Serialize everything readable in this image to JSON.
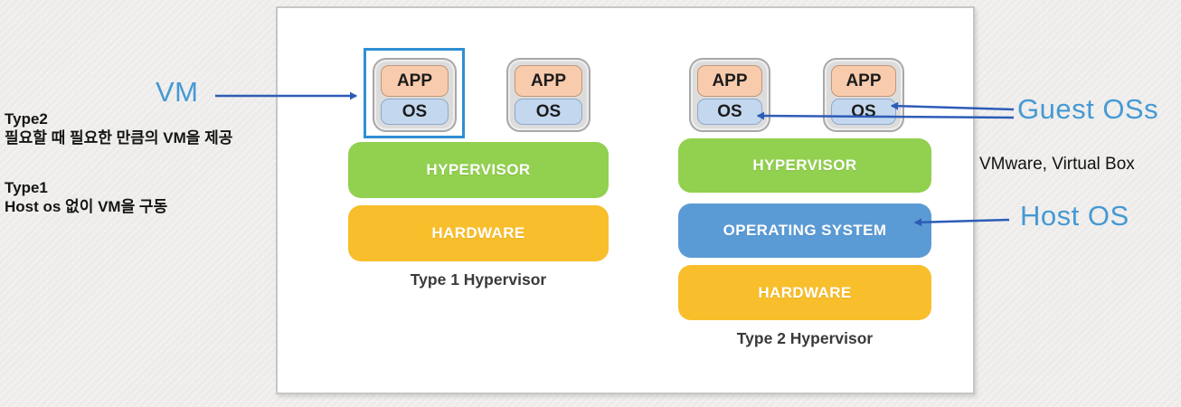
{
  "colors": {
    "accent_blue_text": "#4599d4",
    "arrow_blue": "#2d5cb8",
    "highlight_border": "#2f8fd2",
    "hypervisor_green": "#92d050",
    "hardware_yellow": "#f8be2b",
    "os_bar_blue": "#5b9bd5",
    "app_chip_fill": "#f8cbad",
    "os_chip_fill": "#c3d8ef",
    "vm_box_fill": "#dcdcdc"
  },
  "left_annotations": {
    "vm_label": "VM",
    "notes": [
      {
        "title": "Type2",
        "desc": "필요할 때 필요한 만큼의 VM을 제공"
      },
      {
        "title": "Type1",
        "desc": "Host os 없이 VM을 구동"
      }
    ]
  },
  "right_annotations": {
    "guest_os_label": "Guest OSs",
    "products_label": "VMware, Virtual Box",
    "host_os_label": "Host OS"
  },
  "diagram": {
    "type1": {
      "caption": "Type 1 Hypervisor",
      "vms": [
        {
          "app": "APP",
          "os": "OS"
        },
        {
          "app": "APP",
          "os": "OS"
        }
      ],
      "layers": [
        {
          "label": "HYPERVISOR"
        },
        {
          "label": "HARDWARE"
        }
      ]
    },
    "type2": {
      "caption": "Type 2 Hypervisor",
      "vms": [
        {
          "app": "APP",
          "os": "OS"
        },
        {
          "app": "APP",
          "os": "OS"
        }
      ],
      "layers": [
        {
          "label": "HYPERVISOR"
        },
        {
          "label": "OPERATING SYSTEM"
        },
        {
          "label": "HARDWARE"
        }
      ]
    }
  }
}
